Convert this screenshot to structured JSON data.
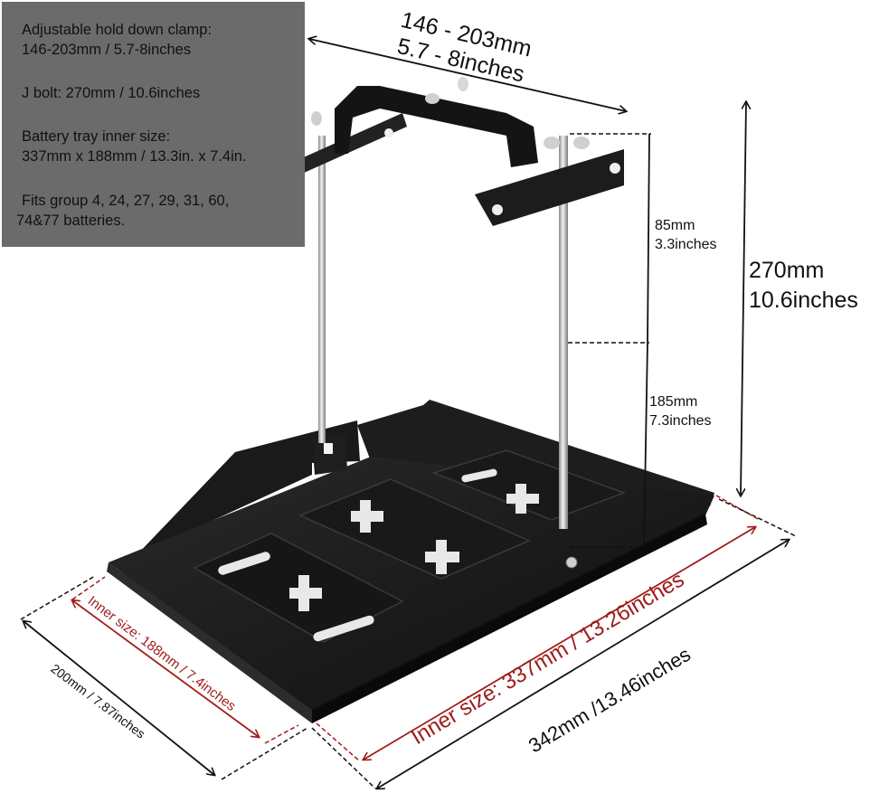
{
  "spec_box": {
    "clamp_label": "Adjustable hold down clamp:",
    "clamp_value": "146-203mm / 5.7-8inches",
    "jbolt": "J bolt: 270mm / 10.6inches",
    "tray_label": "Battery tray inner size:",
    "tray_value": "337mm x 188mm / 13.3in. x 7.4in.",
    "fits_line1": "Fits group 4, 24, 27, 29, 31, 60,",
    "fits_line2": "74&77 batteries."
  },
  "dimensions": {
    "clamp_mm": "146 - 203mm",
    "clamp_in": "5.7 - 8inches",
    "upper_mm": "85mm",
    "upper_in": "3.3inches",
    "lower_mm": "185mm",
    "lower_in": "7.3inches",
    "height_mm": "270mm",
    "height_in": "10.6inches",
    "inner_length": "Inner size: 337mm / 13.26inches",
    "outer_length": "342mm /13.46inches",
    "inner_width": "Inner size: 188mm / 7.4inches",
    "outer_width": "200mm / 7.87inches"
  },
  "colors": {
    "spec_bg": "#6b6b6b",
    "tray": "#141414",
    "inner_dim": "#a01c1c",
    "outer_dim": "#111111"
  }
}
